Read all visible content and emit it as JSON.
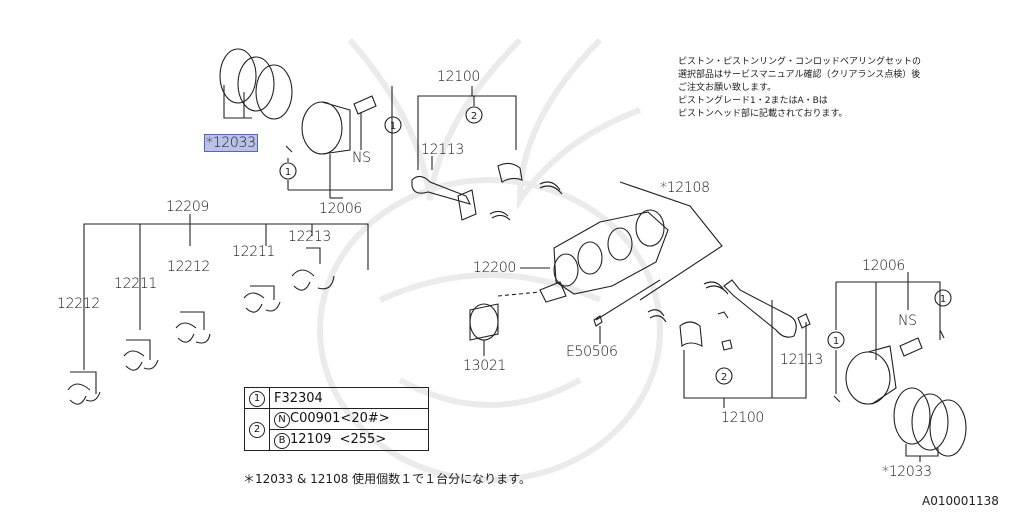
{
  "callouts": {
    "c12100_top": "12100",
    "c12113_top": "12113",
    "c12033_top": "*12033",
    "cNS_top": "NS",
    "c12006_top": "12006",
    "c12209": "12209",
    "c12211_a": "12211",
    "c12212_a": "12212",
    "c12211_b": "12211",
    "c12213": "12213",
    "c12212_b": "12212",
    "c12108": "*12108",
    "c12200": "12200",
    "c13021": "13021",
    "cE50506": "E50506",
    "c12006_right": "12006",
    "cNS_right": "NS",
    "c12113_right": "12113",
    "c12100_bottom": "12100",
    "c12033_right": "*12033"
  },
  "markers": {
    "one": "1",
    "two": "2"
  },
  "legend": {
    "row1_num": "1",
    "row1_part": "F32304",
    "row2_num": "2",
    "row2a_mark": "N",
    "row2a_part": "C00901<20#>",
    "row2b_mark": "B",
    "row2b_part": "12109  <255>"
  },
  "note_lines": [
    "ピストン・ピストンリング・コンロッドベアリングセットの",
    "選択部品はサービスマニュアル確認（クリアランス点検）後",
    "ご注文お願い致します。",
    "ピストングレード1・2またはA・Bは",
    "ピストンヘッド部に記載されております。"
  ],
  "footnote": "＊12033 & 12108 使用個数１で１台分になります。",
  "diagram_ref": "A010001138",
  "colors": {
    "highlight": "#b9c1e9",
    "highlight_border": "#5a66b4",
    "line": "#222222"
  }
}
